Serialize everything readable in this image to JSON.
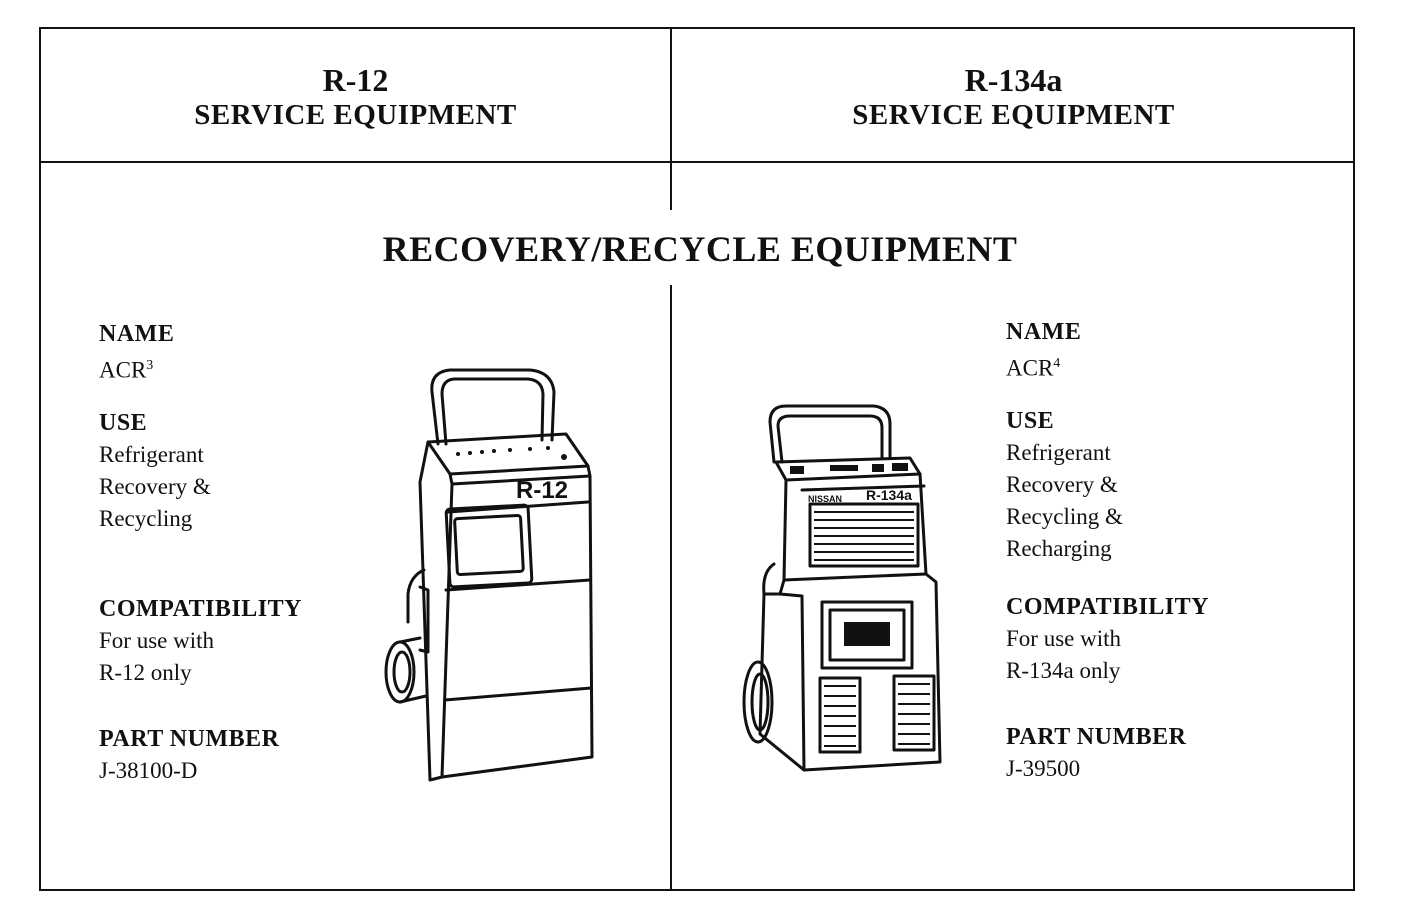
{
  "header": {
    "left": {
      "refrigerant": "R-12",
      "subtitle": "SERVICE EQUIPMENT"
    },
    "right": {
      "refrigerant": "R-134a",
      "subtitle": "SERVICE EQUIPMENT"
    }
  },
  "section_title": "RECOVERY/RECYCLE EQUIPMENT",
  "left": {
    "name_label": "NAME",
    "name_value": "ACR",
    "name_sup": "3",
    "use_label": "USE",
    "use_lines": [
      "Refrigerant",
      "Recovery &",
      "Recycling"
    ],
    "compat_label": "COMPATIBILITY",
    "compat_lines": [
      "For use with",
      "R-12 only"
    ],
    "part_label": "PART NUMBER",
    "part_value": "J-38100-D",
    "machine_label": "R-12"
  },
  "right": {
    "name_label": "NAME",
    "name_value": "ACR",
    "name_sup": "4",
    "use_label": "USE",
    "use_lines": [
      "Refrigerant",
      "Recovery &",
      "Recycling &",
      "Recharging"
    ],
    "compat_label": "COMPATIBILITY",
    "compat_lines": [
      "For use with",
      "R-134a only"
    ],
    "part_label": "PART NUMBER",
    "part_value": "J-39500",
    "machine_label": "R-134a",
    "machine_brand": "NISSAN"
  }
}
